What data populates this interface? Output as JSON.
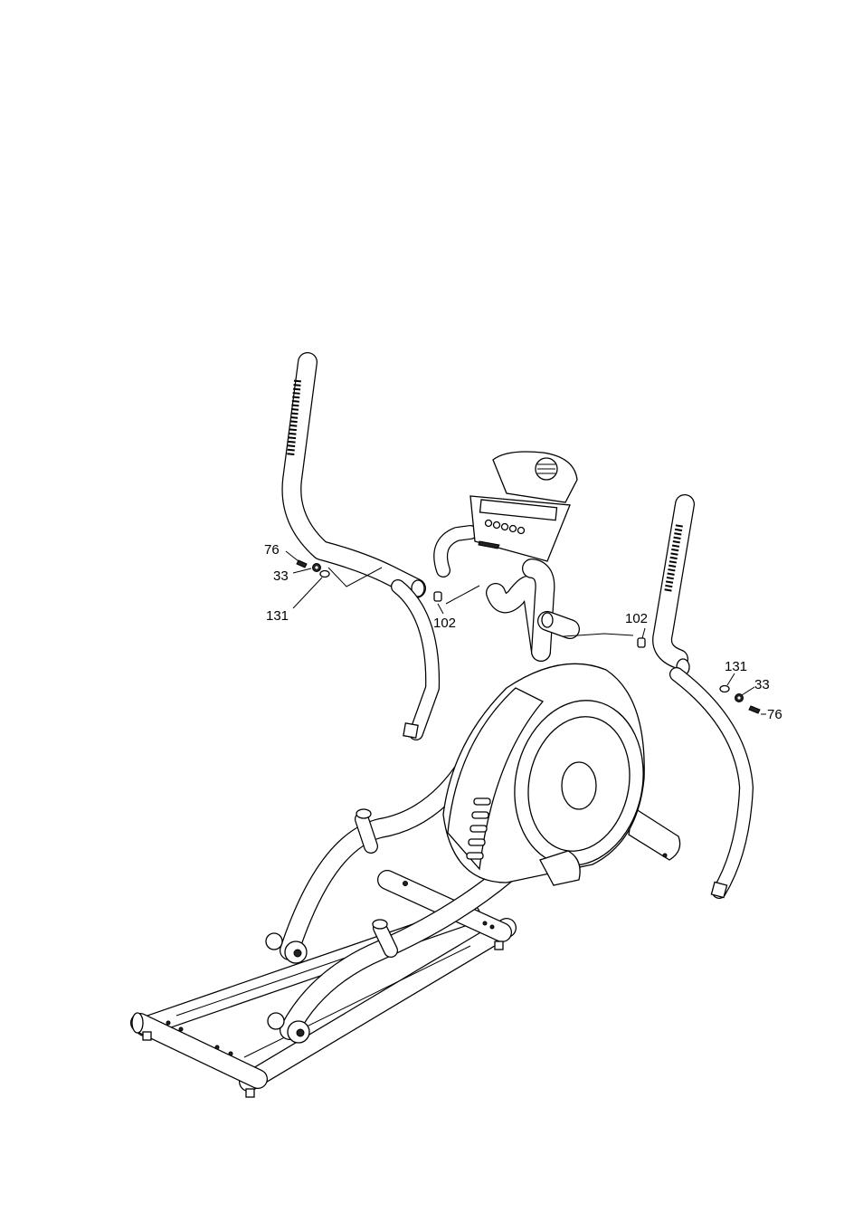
{
  "callouts": {
    "left_bolt": "76",
    "left_washer": "33",
    "left_flat_washer": "131",
    "left_bushing": "102",
    "right_bushing": "102",
    "right_flat_washer": "131",
    "right_washer": "33",
    "right_bolt": "76"
  }
}
